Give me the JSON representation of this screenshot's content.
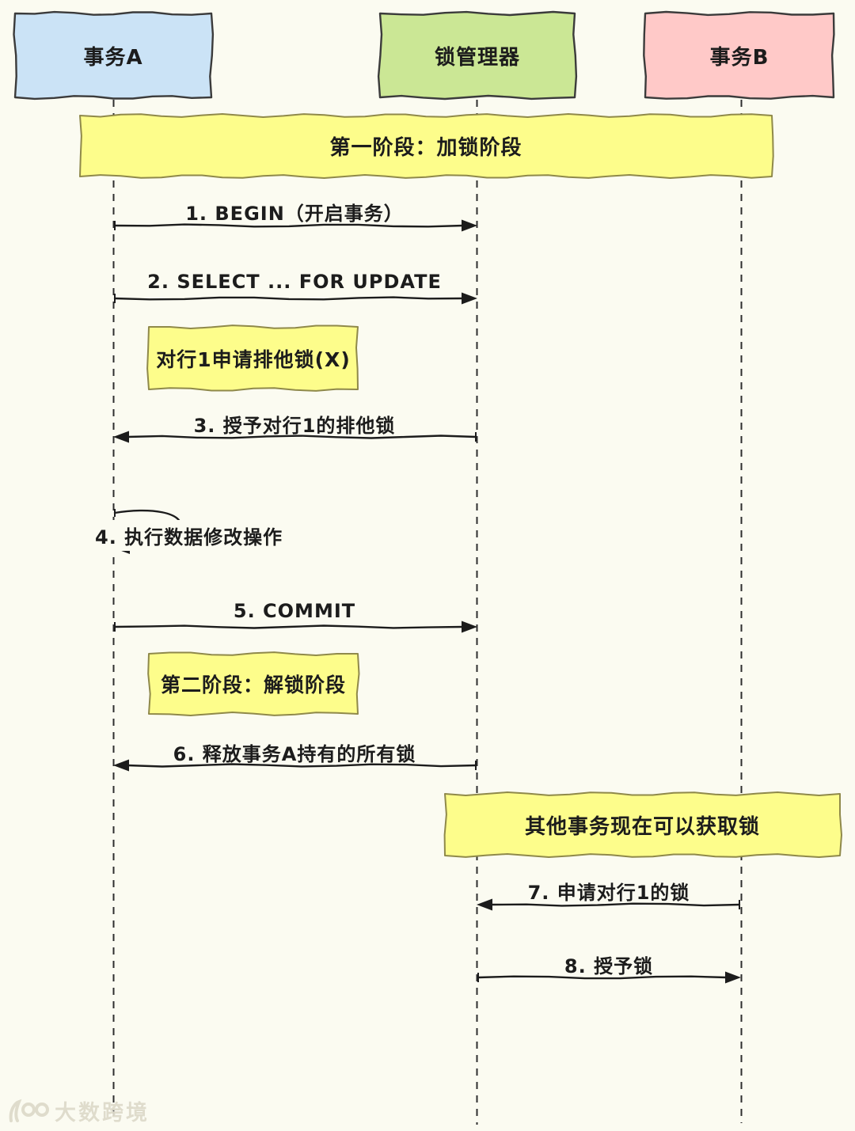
{
  "colors": {
    "background": "#FBFBF1",
    "blue": "#CBE3F6",
    "green": "#CBE795",
    "pink": "#FFC9C8",
    "yellow": "#FDFD8B",
    "box_border": "#3b3b3b",
    "note_border": "#8f894a",
    "arrow": "#1c1c1c",
    "lifeline": "#2e2e2e",
    "watermark": "#DEDBCB"
  },
  "participants": [
    {
      "label": "事务A"
    },
    {
      "label": "锁管理器"
    },
    {
      "label": "事务B"
    }
  ],
  "banners": [
    {
      "label": "第一阶段：加锁阶段"
    },
    {
      "label": "第二阶段：解锁阶段"
    },
    {
      "label": "其他事务现在可以获取锁"
    }
  ],
  "note": {
    "label": "对行1申请排他锁(X)"
  },
  "messages": [
    {
      "label": "1. BEGIN（开启事务）"
    },
    {
      "label": "2. SELECT ... FOR UPDATE"
    },
    {
      "label": "3. 授予对行1的排他锁"
    },
    {
      "label": "4. 执行数据修改操作"
    },
    {
      "label": "5. COMMIT"
    },
    {
      "label": "6. 释放事务A持有的所有锁"
    },
    {
      "label": "7. 申请对行1的锁"
    },
    {
      "label": "8. 授予锁"
    }
  ],
  "watermark": {
    "label": "大数跨境",
    "logo": "100"
  }
}
